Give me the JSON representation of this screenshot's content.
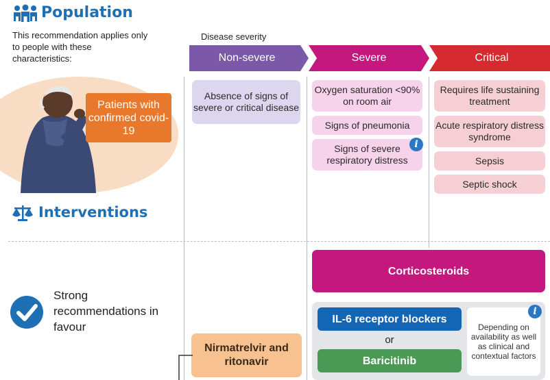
{
  "population": {
    "title": "Population",
    "description": "This recommendation applies only to people with these characteristics:",
    "patients_label": "Patients with confirmed covid-19"
  },
  "severity": {
    "label": "Disease severity",
    "non_severe": "Non-severe",
    "severe": "Severe",
    "critical": "Critical"
  },
  "non_severe_criteria": [
    "Absence of signs of severe or critical disease"
  ],
  "severe_criteria": [
    "Oxygen saturation <90% on room air",
    "Signs of pneumonia",
    "Signs of severe respiratory distress"
  ],
  "critical_criteria": [
    "Requires life sustaining treatment",
    "Acute respiratory distress syndrome",
    "Sepsis",
    "Septic shock"
  ],
  "interventions": {
    "title": "Interventions"
  },
  "strong_recommendation": {
    "label": "Strong recommendations in favour"
  },
  "treatments": {
    "corticosteroids": "Corticosteroids",
    "il6": "IL-6 receptor blockers",
    "or": "or",
    "baricitinib": "Baricitinib",
    "depending_note": "Depending on availability as well as clinical and contextual factors",
    "nirmatrelvir": "Nirmatrelvir and ritonavir"
  },
  "colors": {
    "title_blue": "#1f6fb5",
    "non_severe": "#7b59a8",
    "severe": "#c5187f",
    "critical": "#d42a30",
    "patient_box": "#e8782c",
    "il6": "#1565b5",
    "baricitinib": "#4a9a55",
    "nirmatrelvir": "#f7c190"
  }
}
